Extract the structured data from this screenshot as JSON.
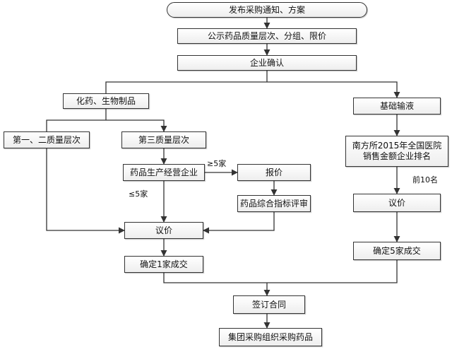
{
  "nodes": {
    "publish": "发布采购通知、方案",
    "announce": "公示药品质量层次、分组、限价",
    "confirm": "企业确认",
    "chem": "化药、生物制品",
    "infusion": "基础输液",
    "q12": "第一、二质量层次",
    "q3": "第三质量层次",
    "producer": "药品生产经营企业",
    "quote": "报价",
    "evaluate": "药品综合指标评审",
    "ranking_line1": "南方所2015年全国医院",
    "ranking_line2": "销售金额企业排名",
    "negotiate_left": "议价",
    "negotiate_right": "议价",
    "deal_one": "确定1家成交",
    "deal_five": "确定5家成交",
    "contract": "签订合同",
    "purchase": "集团采购组织采购药品"
  },
  "edge_labels": {
    "ge5": "≥5家",
    "le5": "≤5家",
    "top10": "前10名"
  },
  "colors": {
    "line": "#333333",
    "box_fill_top": "#ffffff",
    "box_fill_bottom": "#eeeeee",
    "text": "#111111"
  }
}
